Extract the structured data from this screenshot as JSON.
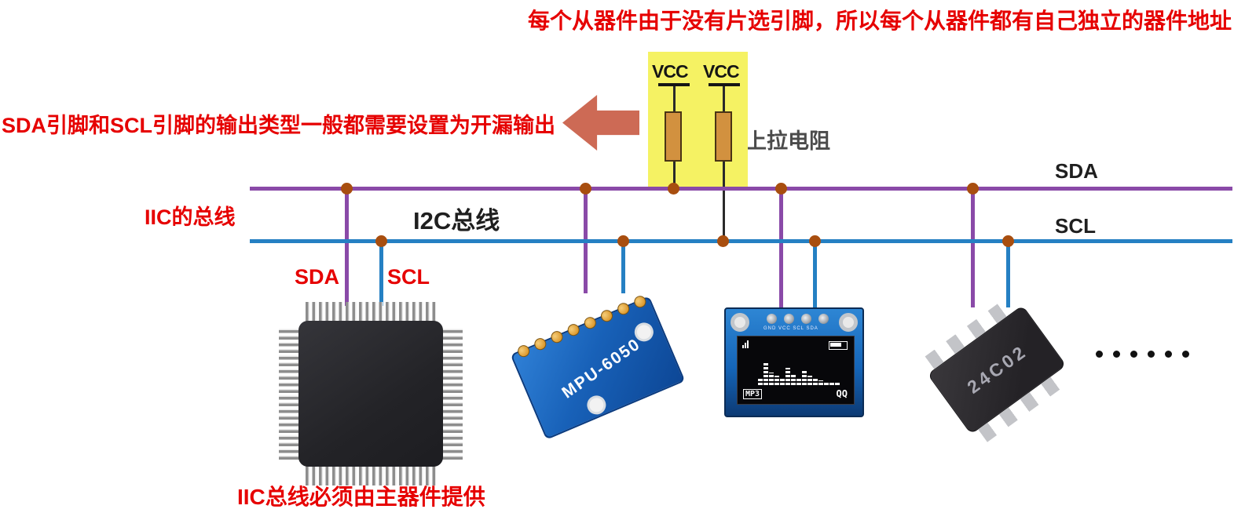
{
  "notes": {
    "top": "每个从器件由于没有片选引脚，所以每个从器件都有自己独立的器件地址",
    "left": "SDA引脚和SCL引脚的输出类型一般都需要设置为开漏输出",
    "bottom": "IIC总线必须由主器件提供"
  },
  "bus": {
    "red_label": "IIC的总线",
    "black_label": "I2C总线",
    "sda_right_label": "SDA",
    "scl_right_label": "SCL",
    "sda_mcu_label": "SDA",
    "scl_mcu_label": "SCL"
  },
  "pullup": {
    "vcc_left": "VCC",
    "vcc_right": "VCC",
    "label": "上拉电阻"
  },
  "devices": {
    "mpu6050": {
      "label": "MPU-6050",
      "pad_count": 8
    },
    "oled": {
      "pin_labels": "GND VCC SCL SDA",
      "mp3_label": "MP3",
      "qq_label": "QQ",
      "equalizer_heights": [
        8,
        30,
        16,
        12,
        10,
        22,
        14,
        8,
        18,
        12,
        10,
        6,
        4,
        4,
        4
      ]
    },
    "eeprom": {
      "label": "24C02"
    }
  },
  "ellipsis_count": 6,
  "colors": {
    "annotation_red": "#e60000",
    "sda_purple": "#8a4aa8",
    "scl_blue": "#2580c3",
    "junction_dot": "#a84e0f",
    "arrow_salmon": "#cd6a55",
    "highlight_yellow": "#f5f263",
    "resistor_orange": "#d2913f"
  }
}
